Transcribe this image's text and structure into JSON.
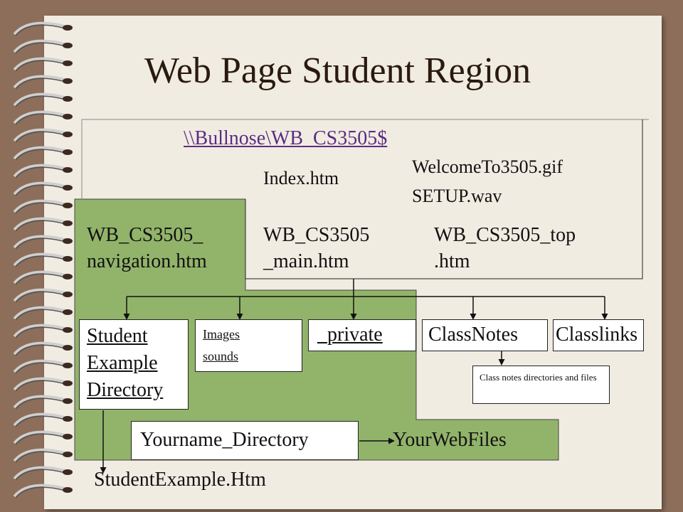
{
  "title": "Web Page Student Region",
  "colors": {
    "frame": "#8c6e5a",
    "paper": "#f1ece2",
    "region": "#92b46a",
    "link": "#5a2d82"
  },
  "server_path": "\\\\Bullnose\\WB_CS3505$",
  "root_files": {
    "index": "Index.htm",
    "gif": "WelcomeTo3505.gif",
    "wav": "SETUP.wav"
  },
  "frame_files": {
    "nav_line1": "WB_CS3505_",
    "nav_line2": "navigation.htm",
    "main_line1": "WB_CS3505",
    "main_line2": "_main.htm",
    "top_line1": "WB_CS3505_top",
    "top_line2": ".htm"
  },
  "folders": {
    "student_line1": "Student",
    "student_line2": "Example",
    "student_line3": "Directory",
    "images_line1": "Images",
    "images_line2": "sounds",
    "private": "_private",
    "classnotes": "ClassNotes",
    "classlinks": "Classlinks"
  },
  "classnotes_sub": "Class notes directories and files",
  "yourname_dir": "Yourname_Directory",
  "your_web_files": "YourWebFiles",
  "student_example_file": "StudentExample.Htm"
}
